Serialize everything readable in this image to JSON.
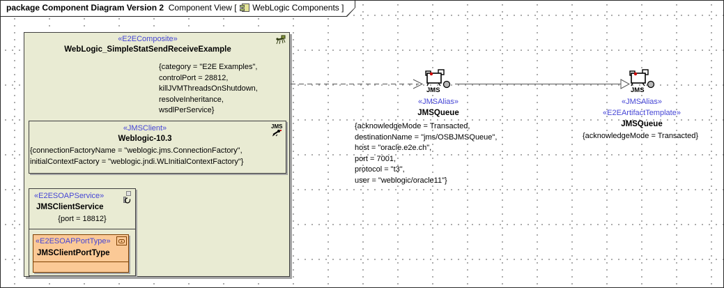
{
  "frame": {
    "keyword": "package",
    "diagram_title": "Component Diagram Version 2",
    "view_open": "Component View [",
    "view_name": "WebLogic Components",
    "view_close": "]"
  },
  "composite": {
    "stereotype": "«E2EComposite»",
    "name": "WebLogic_SimpleStatSendReceiveExample",
    "properties": [
      "{category = \"E2E Examples\",",
      "controlPort = 28812,",
      "killJVMThreadsOnShutdown,",
      "resolveInheritance,",
      "wsdlPerService}"
    ]
  },
  "jms_client": {
    "stereotype": "«JMSClient»",
    "name": "Weblogic-10.3",
    "icon_label": "JMS",
    "properties": [
      "{connectionFactoryName = \"weblogic.jms.ConnectionFactory\",",
      "initialContextFactory = \"weblogic.jndi.WLInitialContextFactory\"}"
    ]
  },
  "soap_service": {
    "stereotype": "«E2ESOAPService»",
    "name": "JMSClientService",
    "property": "{port = 18812}"
  },
  "port_type": {
    "stereotype": "«E2ESOAPPortType»",
    "name": "JMSClientPortType"
  },
  "jms_queue_mid": {
    "stereotype": "«JMSAlias»",
    "name": "JMSQueue",
    "icon_label": "JMS",
    "properties": [
      "{acknowledgeMode = Transacted,",
      "destinationName = \"jms/OSBJMSQueue\",",
      "host = \"oracle.e2e.ch\",",
      "port = 7001,",
      "protocol = \"t3\",",
      "user = \"weblogic/oracle11\"}"
    ]
  },
  "jms_queue_right": {
    "stereotype_1": "«JMSAlias»",
    "stereotype_2": "«E2EArtifactTemplate»",
    "name": "JMSQueue",
    "icon_label": "JMS",
    "property": "{acknowledgeMode = Transacted}"
  },
  "colors": {
    "stereo_blue": "#4545d5",
    "box_fill": "#e9ebd3",
    "box_border": "#3f3f3f",
    "orange_fill": "#fbc996",
    "orange_border": "#7d3f00",
    "shadow_gray": "#a3a3a3",
    "connector_gray": "#555555"
  },
  "icons": {
    "frame": "component-icon",
    "composite": "composite-figure-icon",
    "jms_client": "jms-client-icon",
    "soap_service": "service-port-icon",
    "port_type": "porttype-icon",
    "jms_queue": "jms-queue-icon"
  }
}
